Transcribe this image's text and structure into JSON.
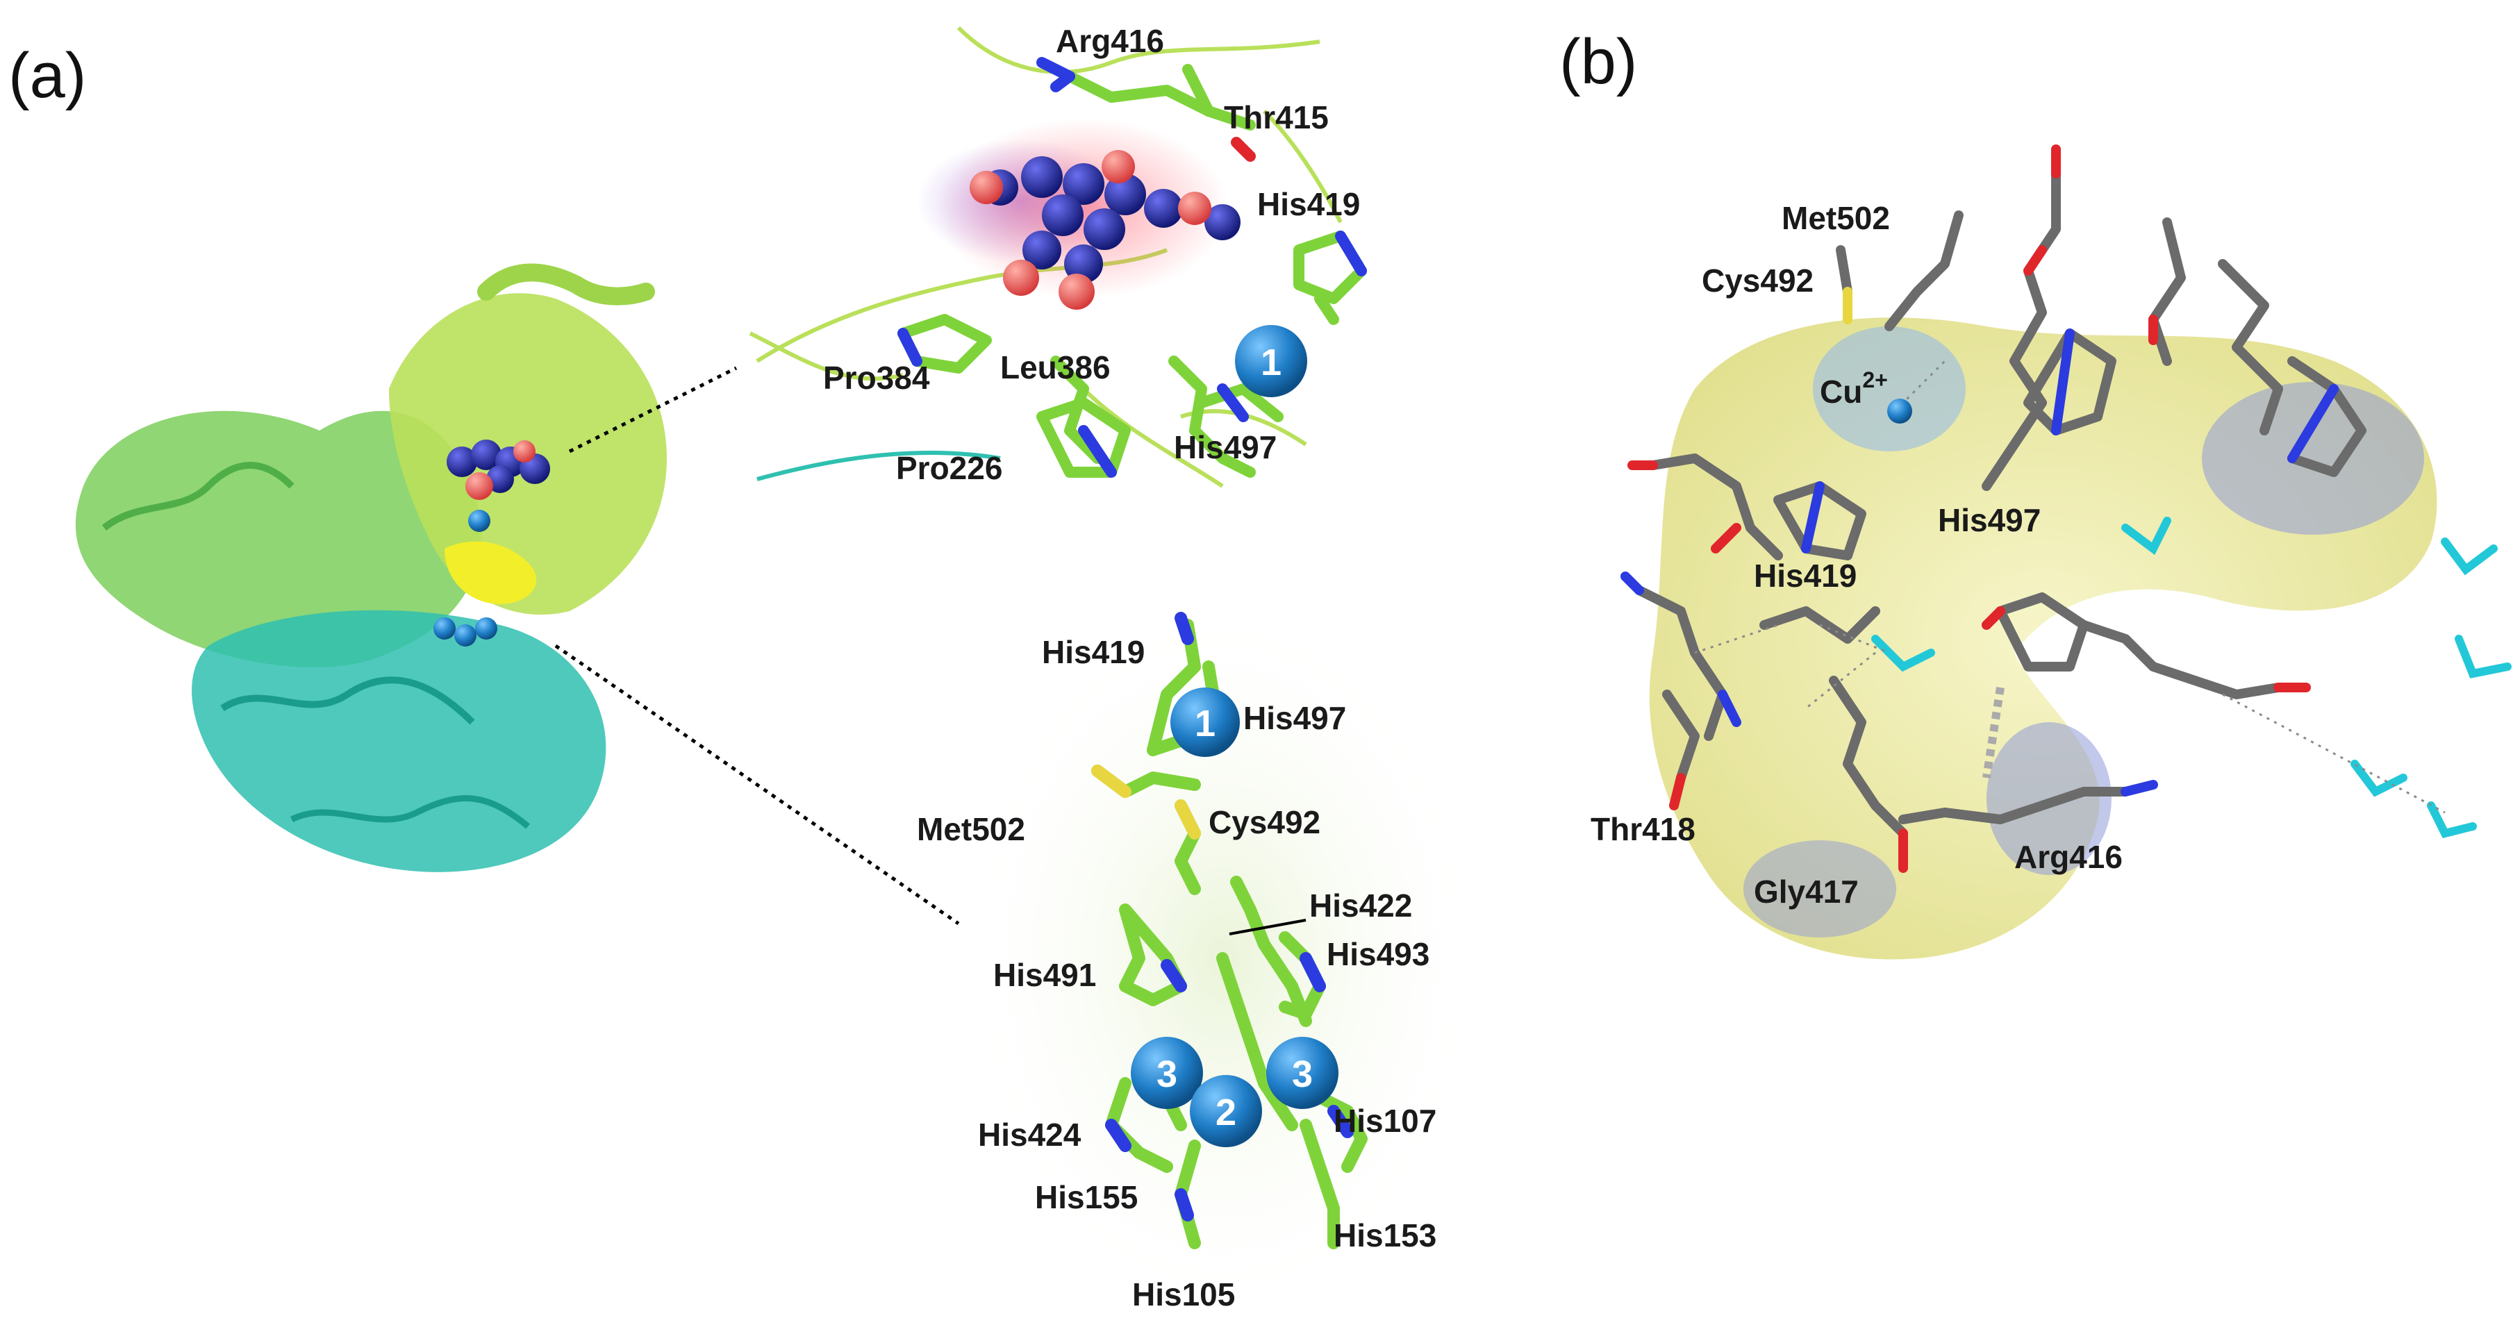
{
  "panels": {
    "a": {
      "label": "(a)",
      "top_inset_residues": [
        "Arg416",
        "Thr415",
        "His419",
        "Pro384",
        "Leu386",
        "Pro226",
        "His497"
      ],
      "top_inset_site": "1",
      "bottom_inset_residues": [
        "His419",
        "His497",
        "Met502",
        "Cys492",
        "His422",
        "His491",
        "His493",
        "His424",
        "His107",
        "His155",
        "His153",
        "His105"
      ],
      "bottom_inset_sites": [
        "1",
        "3",
        "2",
        "3"
      ]
    },
    "b": {
      "label": "(b)",
      "ion": {
        "symbol": "Cu",
        "charge": "2+"
      },
      "residues": [
        "Met502",
        "Cys492",
        "His497",
        "His419",
        "Thr418",
        "Gly417",
        "Arg416"
      ]
    }
  },
  "colors": {
    "cartoon_green": "#7ccf5c",
    "cartoon_lime": "#b9e05a",
    "cartoon_cyan": "#2fc0b0",
    "stick_green": "#7fd33a",
    "stick_gray": "#6b6b6b",
    "nitrogen": "#2b3be0",
    "oxygen": "#e0262b",
    "sulfur": "#e8d640",
    "copper_site": "#1f7ec8",
    "ligand_blue": "#1a1f9c",
    "ligand_red": "#e5504f",
    "surface_yellow": "#e9e79a",
    "surface_blue": "#8f9ad8",
    "water_cyan": "#22c8d8"
  }
}
